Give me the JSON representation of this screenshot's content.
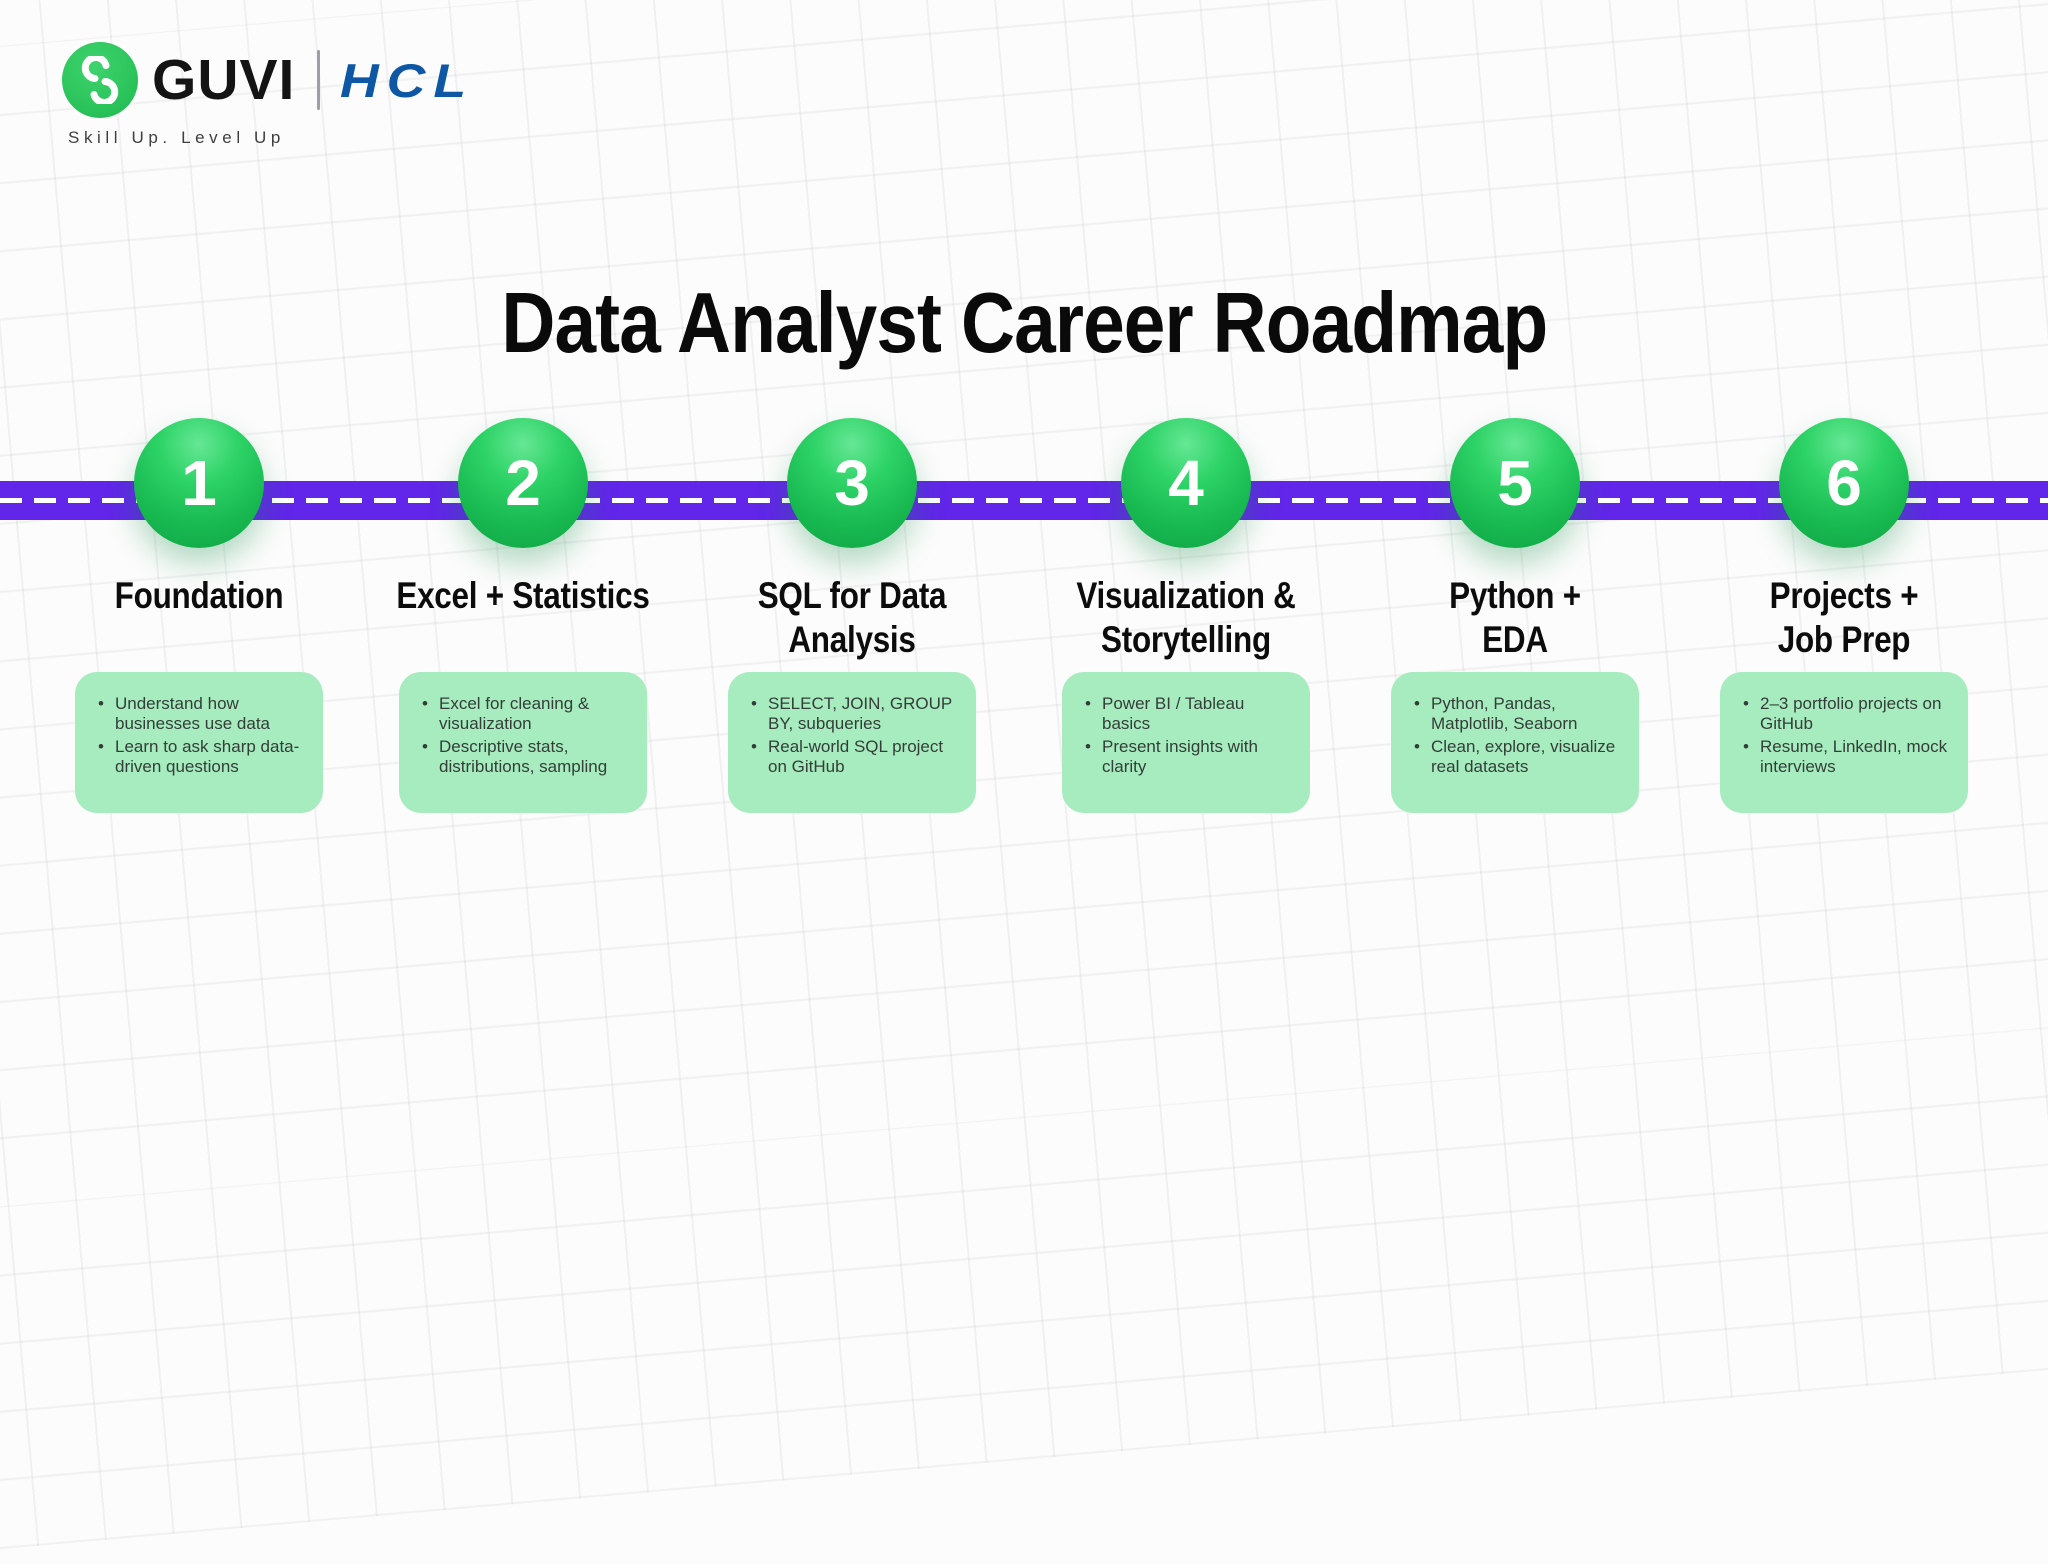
{
  "header": {
    "guvi_label": "GUVI",
    "hcl_label": "HCL",
    "tagline": "Skill Up. Level Up"
  },
  "title": "Data Analyst Career Roadmap",
  "colors": {
    "timeline_purple": "#6126E9",
    "node_green": "#1EC257",
    "node_green_highlight": "#66E795",
    "card_green": "#A6ECBF",
    "guvi_green": "#2BC45B",
    "hcl_blue": "#0D57A4",
    "heading_black": "#0A0A0A",
    "card_text": "#343D38"
  },
  "steps": [
    {
      "number": "1",
      "title_lines": [
        "Foundation"
      ],
      "bullets": [
        "Understand how businesses use data",
        "Learn to ask sharp data-driven questions"
      ]
    },
    {
      "number": "2",
      "title_lines": [
        "Excel + Statistics"
      ],
      "bullets": [
        "Excel for cleaning & visualization",
        "Descriptive stats, distributions, sampling"
      ]
    },
    {
      "number": "3",
      "title_lines": [
        "SQL for Data",
        "Analysis"
      ],
      "bullets": [
        "SELECT, JOIN, GROUP BY, subqueries",
        "Real-world SQL project on GitHub"
      ]
    },
    {
      "number": "4",
      "title_lines": [
        "Visualization &",
        "Storytelling"
      ],
      "bullets": [
        "Power BI / Tableau basics",
        "Present insights with clarity"
      ]
    },
    {
      "number": "5",
      "title_lines": [
        "Python +",
        "EDA"
      ],
      "bullets": [
        "Python, Pandas, Matplotlib, Seaborn",
        "Clean, explore, visualize real datasets"
      ]
    },
    {
      "number": "6",
      "title_lines": [
        "Projects +",
        "Job Prep"
      ],
      "bullets": [
        "2–3 portfolio projects on GitHub",
        "Resume, LinkedIn, mock interviews"
      ]
    }
  ]
}
